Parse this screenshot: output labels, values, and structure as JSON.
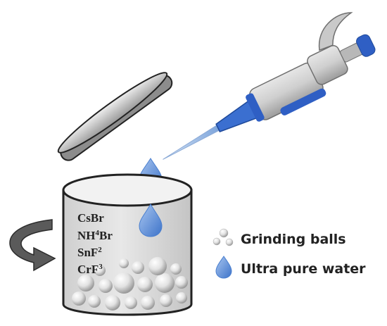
{
  "diagram": {
    "reagents": [
      {
        "base": "CsBr",
        "sub": "",
        "tail": ""
      },
      {
        "base": "NH",
        "sub": "4",
        "tail": "Br"
      },
      {
        "base": "SnF",
        "sub": "2",
        "tail": ""
      },
      {
        "base": "CrF",
        "sub": "3",
        "tail": ""
      }
    ],
    "legend": {
      "grinding_balls": "Grinding balls",
      "ultra_pure_water": "Ultra pure water"
    },
    "colors": {
      "water": "#5b8fd6",
      "pipette_accent": "#2f5fc4",
      "jar_fill": "#dcdcdc",
      "jar_stroke": "#222222",
      "arrow": "#5a5a5a"
    },
    "icons": [
      "pipette-icon",
      "jar-lid-icon",
      "water-drop-icon",
      "grinding-ball-icon",
      "rotation-arrow-icon"
    ]
  }
}
